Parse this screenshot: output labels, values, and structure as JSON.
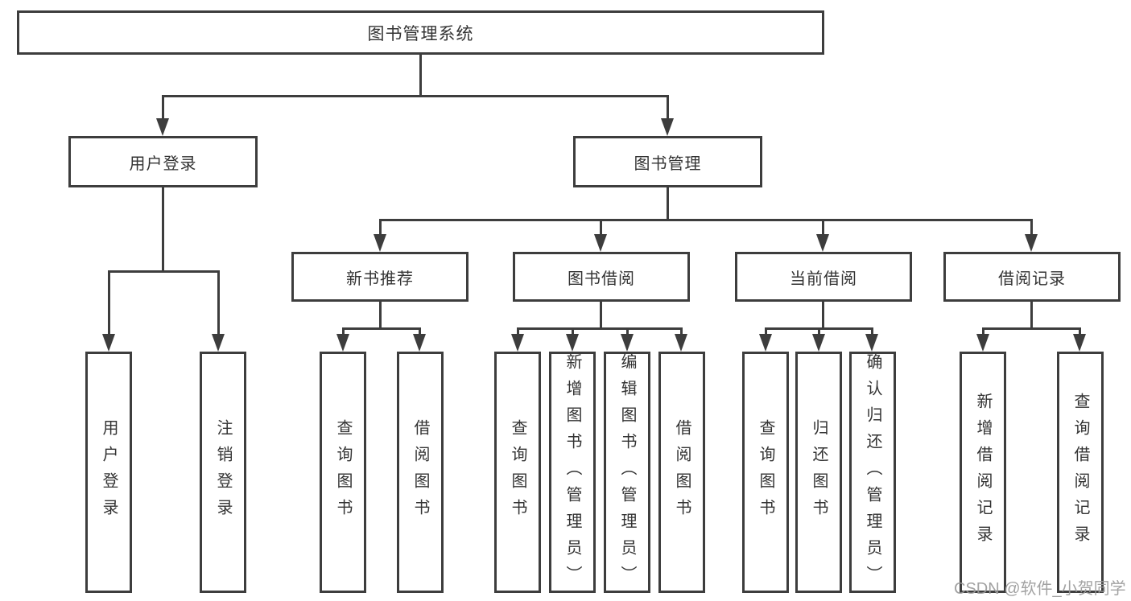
{
  "tree": {
    "label": "图书管理系统",
    "children": [
      {
        "label": "用户登录",
        "children": [
          {
            "label": "用户登录"
          },
          {
            "label": "注销登录"
          }
        ]
      },
      {
        "label": "图书管理",
        "children": [
          {
            "label": "新书推荐",
            "children": [
              {
                "label": "查询图书"
              },
              {
                "label": "借阅图书"
              }
            ]
          },
          {
            "label": "图书借阅",
            "children": [
              {
                "label": "查询图书"
              },
              {
                "label": "新增图书（管理员）"
              },
              {
                "label": "编辑图书（管理员）"
              },
              {
                "label": "借阅图书"
              }
            ]
          },
          {
            "label": "当前借阅",
            "children": [
              {
                "label": "查询图书"
              },
              {
                "label": "归还图书"
              },
              {
                "label": "确认归还（管理员）"
              }
            ]
          },
          {
            "label": "借阅记录",
            "children": [
              {
                "label": "新增借阅记录"
              },
              {
                "label": "查询借阅记录"
              }
            ]
          }
        ]
      }
    ]
  },
  "watermark": {
    "text": "CSDN @软件_小贺同学"
  },
  "colors": {
    "line": "#3d3d3d",
    "text": "#333333",
    "watermark": "#9a9a9a",
    "background": "#ffffff"
  }
}
